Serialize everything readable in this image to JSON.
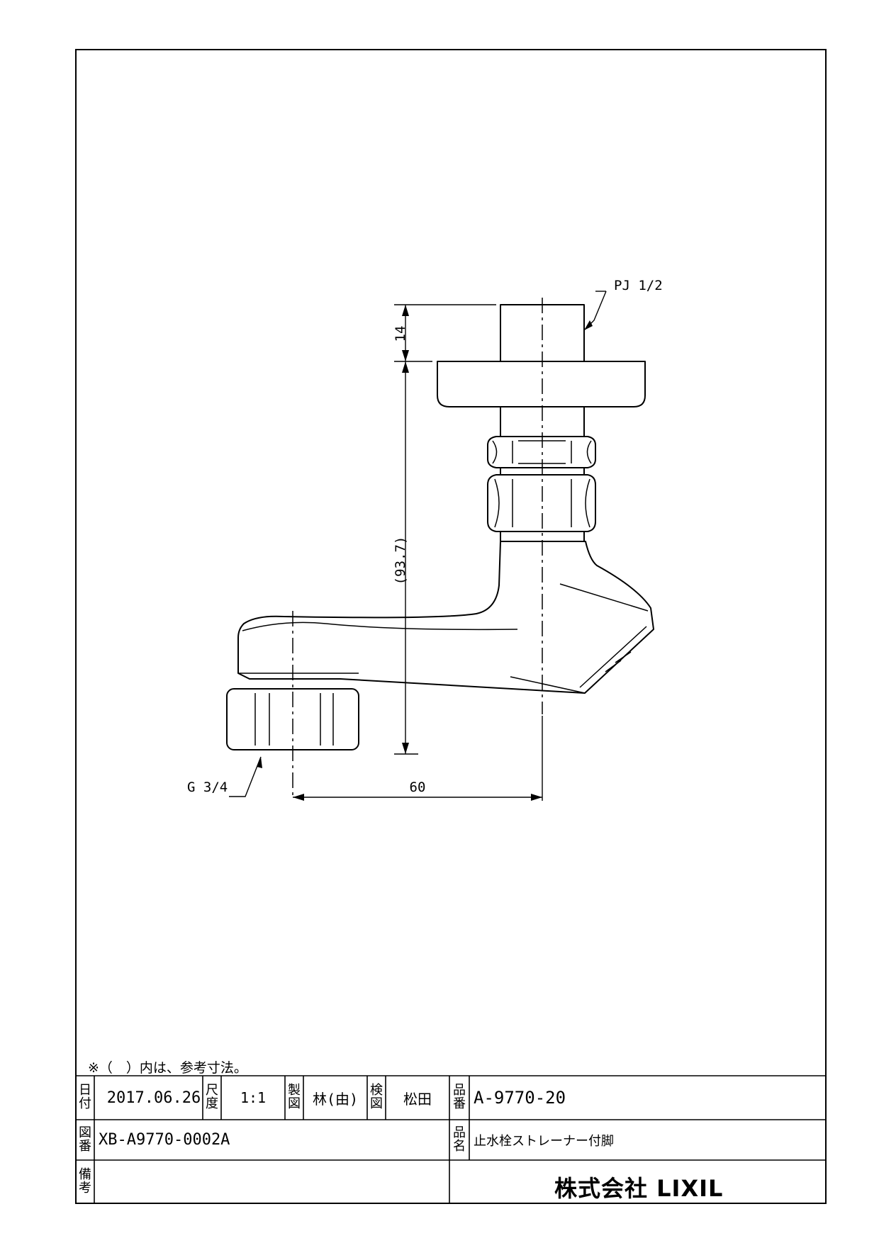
{
  "drawing": {
    "labels": {
      "thread_top": "PJ 1/2",
      "thread_bottom": "G 3/4"
    },
    "dimensions": {
      "top_height": "14",
      "body_height": "(93.7)",
      "horizontal_offset": "60"
    },
    "note": "※（　）内は、参考寸法。"
  },
  "title_block": {
    "date_header": [
      "日",
      "付"
    ],
    "date": "2017.06.26",
    "scale_header": [
      "尺",
      "度"
    ],
    "scale": "1:1",
    "drawn_header": [
      "製",
      "図"
    ],
    "drawn_by": "林(由)",
    "checked_header": [
      "検",
      "図"
    ],
    "checked_by": "松田",
    "part_no_header": [
      "品",
      "番"
    ],
    "part_no": "A-9770-20",
    "drawing_no_header": [
      "図",
      "番"
    ],
    "drawing_no": "XB-A9770-0002A",
    "part_name_header": [
      "品",
      "名"
    ],
    "part_name": "止水栓ストレーナー付脚",
    "remarks_header": [
      "備",
      "考"
    ],
    "company": "株式会社 LIXIL"
  }
}
